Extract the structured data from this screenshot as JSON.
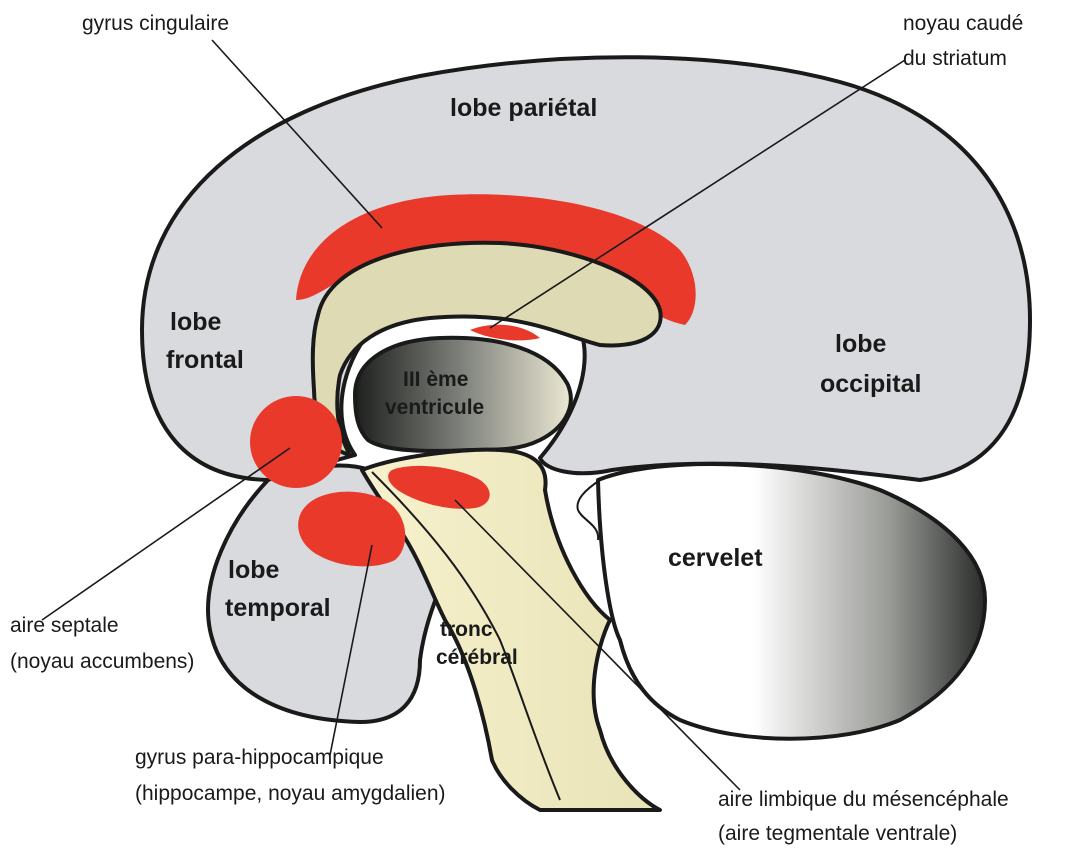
{
  "regions": {
    "lobe_parietal": "lobe pariétal",
    "lobe_frontal_1": "lobe",
    "lobe_frontal_2": "frontal",
    "lobe_occipital_1": "lobe",
    "lobe_occipital_2": "occipital",
    "lobe_temporal_1": "lobe",
    "lobe_temporal_2": "temporal",
    "ventricule_1": "III ème",
    "ventricule_2": "ventricule",
    "tronc_1": "tronc",
    "tronc_2": "cérébral",
    "cervelet": "cervelet"
  },
  "callouts": {
    "gyrus_cingulaire": "gyrus cingulaire",
    "noyau_caude_1": "noyau caudé",
    "noyau_caude_2": "du striatum",
    "aire_septale_1": "aire septale",
    "aire_septale_2": "(noyau accumbens)",
    "para_hippo_1": "gyrus para-hippocampique",
    "para_hippo_2": "(hippocampe, noyau amygdalien)",
    "limbique_1": "aire limbique du mésencéphale",
    "limbique_2": "(aire tegmentale ventrale)"
  },
  "colors": {
    "lobe_fill": "#d9dade",
    "limbic_red": "#e8392b",
    "striatum_fill": "#dedbb4",
    "brainstem_fill": "#f6f0c8",
    "outline": "#1a1a1a"
  }
}
